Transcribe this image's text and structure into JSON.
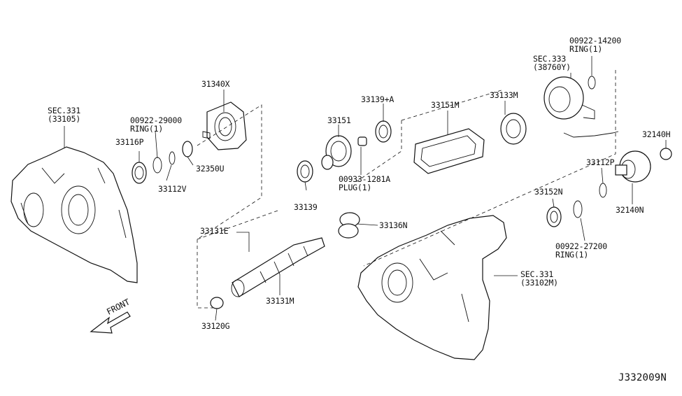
{
  "diagram_id": "J332009N",
  "front_label": "FRONT",
  "labels": {
    "sec331_front": [
      "SEC.331",
      "(33105)"
    ],
    "ring_29000": [
      "00922-29000",
      "RING(1)"
    ],
    "p33116P": "33116P",
    "p33112V": "33112V",
    "p32350U": "32350U",
    "p31340X": "31340X",
    "p33151": "33151",
    "p33139A": "33139+A",
    "p33151M": "33151M",
    "p33133M": "33133M",
    "sec333": [
      "SEC.333",
      "(38760Y)"
    ],
    "ring_14200": [
      "00922-14200",
      "RING(1)"
    ],
    "p32140H": "32140H",
    "p33112P": "33112P",
    "p32140N": "32140N",
    "plug": [
      "00933-1281A",
      "PLUG(1)"
    ],
    "p33139": "33139",
    "p33136N": "33136N",
    "p33152N": "33152N",
    "ring_27200": [
      "00922-27200",
      "RING(1)"
    ],
    "p33131E": "33131E",
    "p33131M": "33131M",
    "sec331_rear": [
      "SEC.331",
      "(33102M)"
    ],
    "p33120G": "33120G"
  }
}
